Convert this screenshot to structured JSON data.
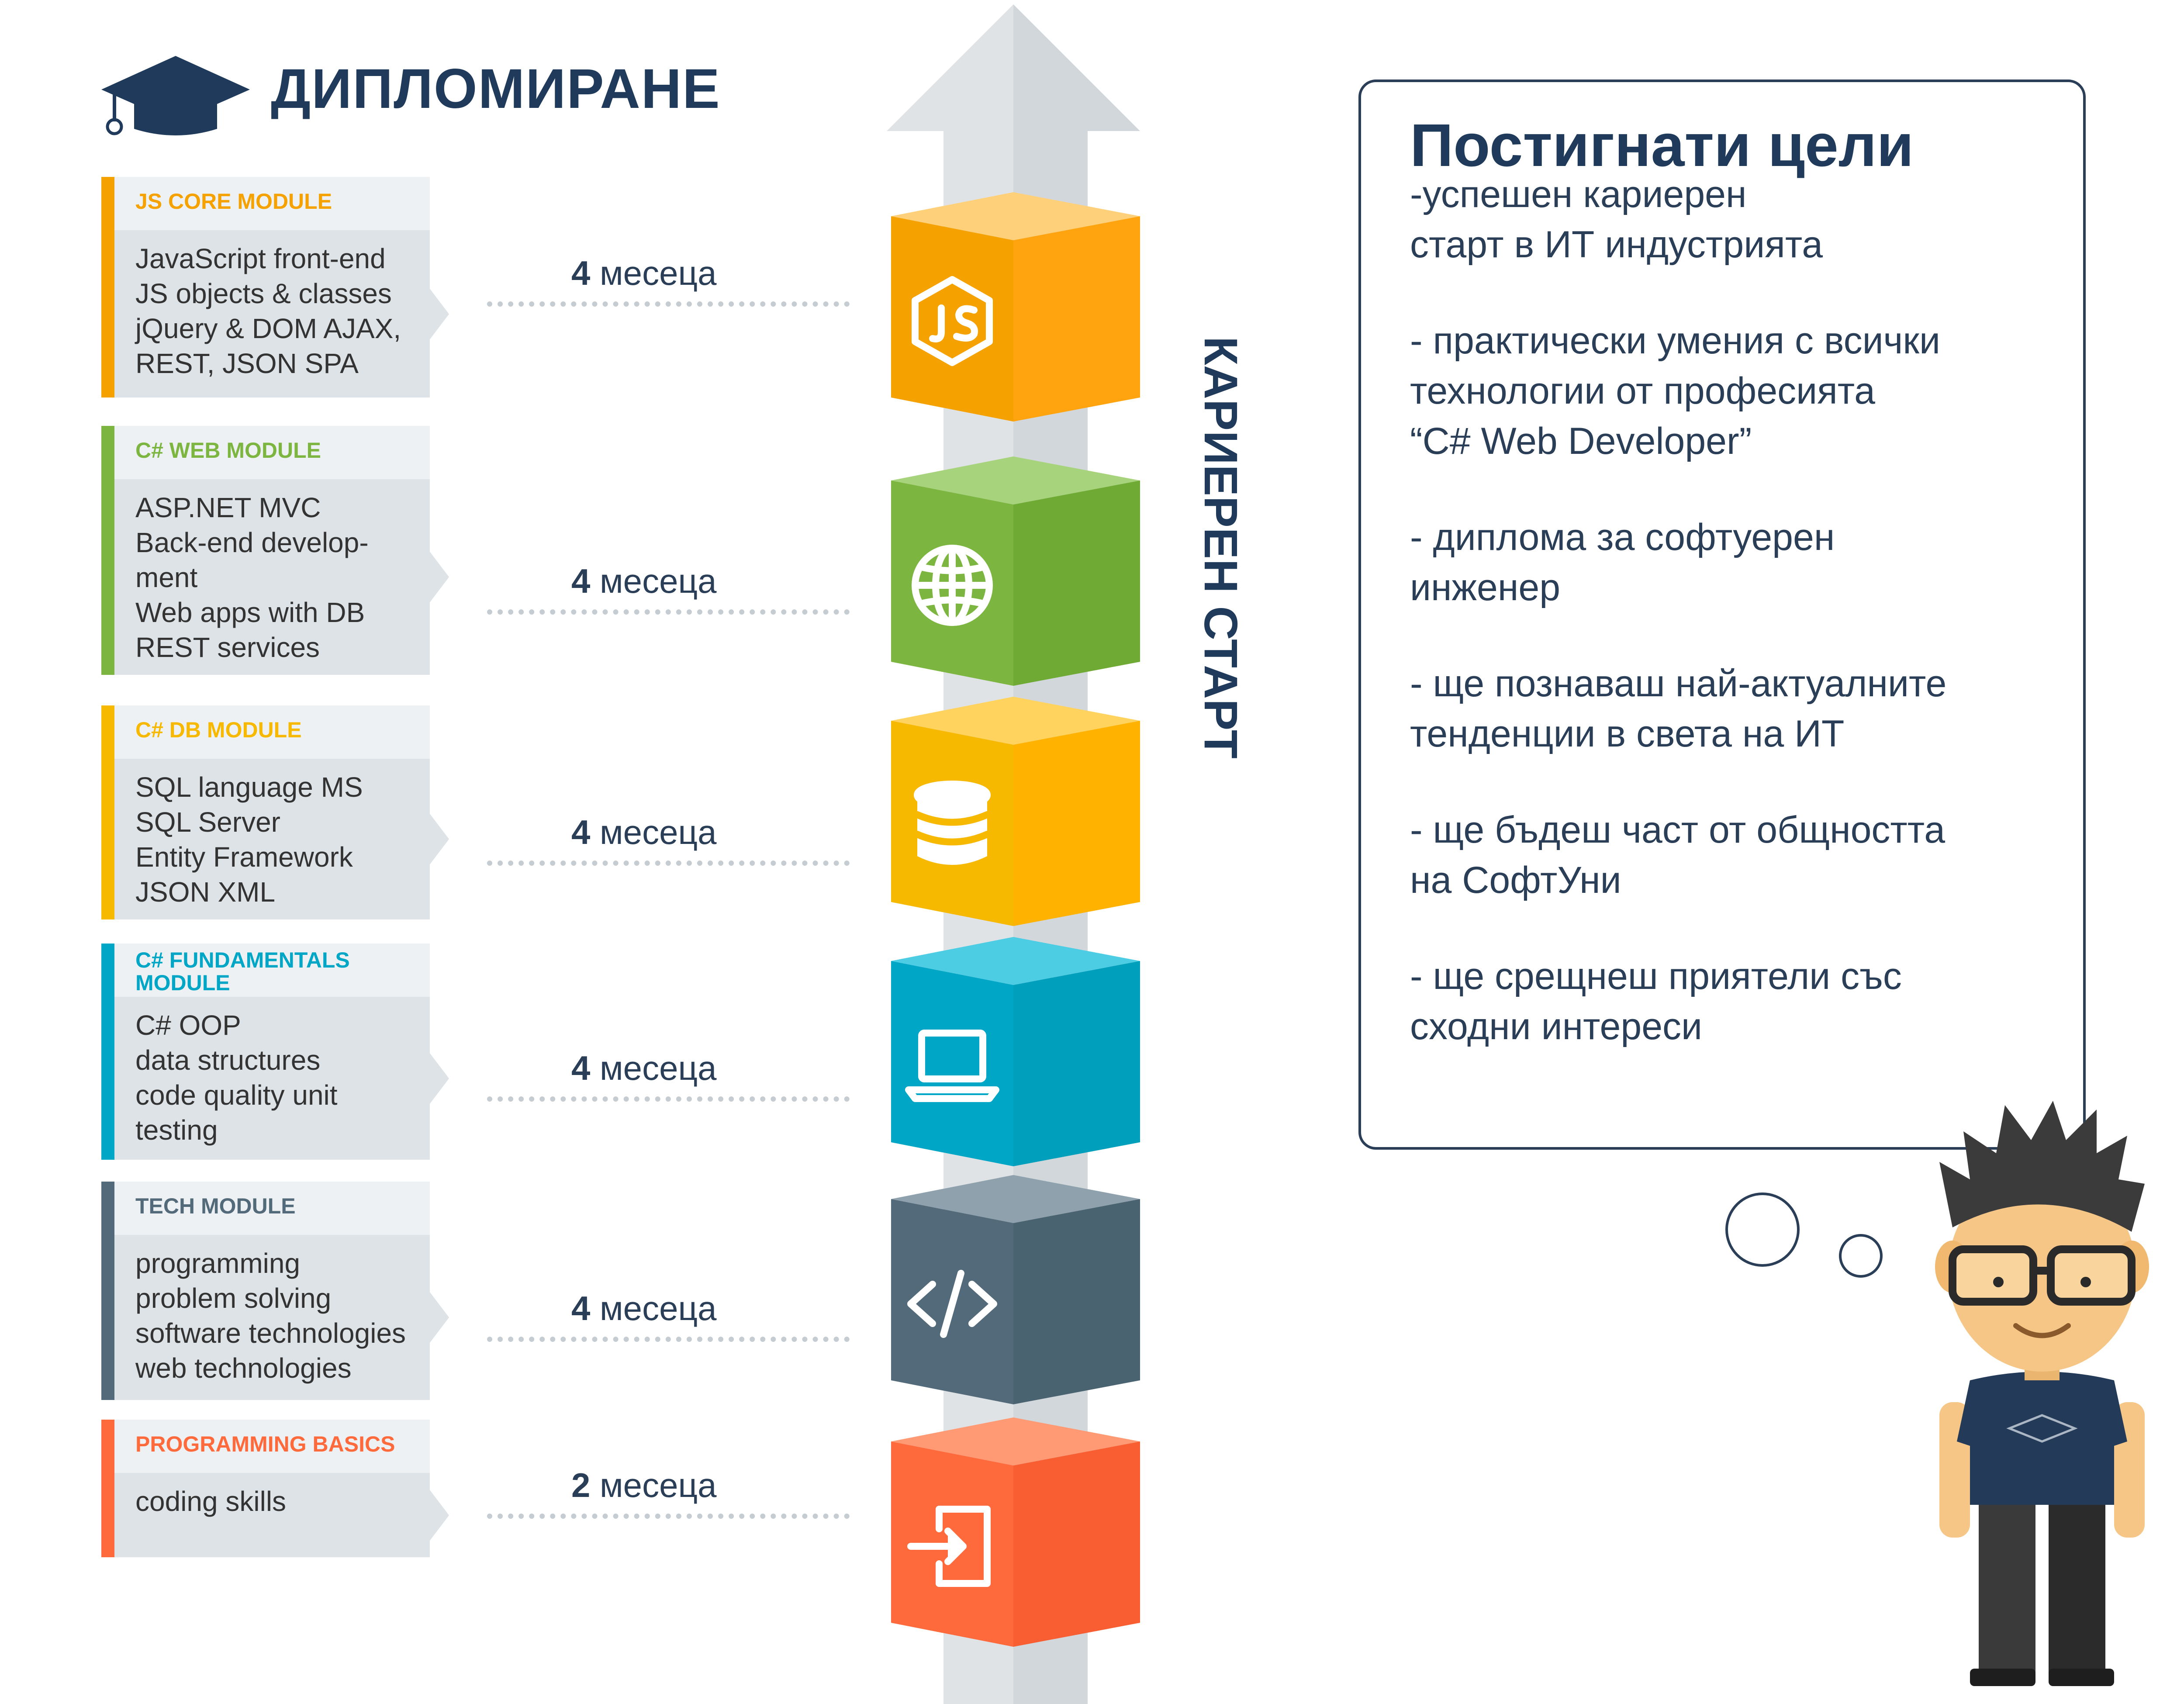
{
  "header": {
    "title": "ДИПЛОМИРАНЕ"
  },
  "career_label": "КАРИЕРЕН СТАРТ",
  "modules": [
    {
      "title": "JS CORE MODULE",
      "color": "#f5a200",
      "lines": [
        "JavaScript     front-end",
        "JS objects & classes",
        "jQuery & DOM AJAX,",
        "REST, JSON SPA"
      ],
      "duration_value": "4",
      "duration_unit": "месеца",
      "icon": "nodejs-icon"
    },
    {
      "title": "C# WEB MODULE",
      "color": "#7cb540",
      "lines": [
        "ASP.NET MVC",
        "Back-end develop-",
        "ment",
        "Web apps with DB",
        "REST services"
      ],
      "duration_value": "4",
      "duration_unit": "месеца",
      "icon": "globe-icon"
    },
    {
      "title": "C# DB MODULE",
      "color": "#f7b800",
      "lines": [
        "SQL language     MS",
        "SQL Server",
        "Entity Framework",
        "JSON   XML"
      ],
      "duration_value": "4",
      "duration_unit": "месеца",
      "icon": "database-icon"
    },
    {
      "title": "C# FUNDAMENTALS MODULE",
      "title_line1": "C# FUNDAMENTALS",
      "title_line2": "MODULE",
      "color": "#00a6c6",
      "lines": [
        "C#       OOP",
        "data structures",
        "code quality    unit",
        "testing"
      ],
      "duration_value": "4",
      "duration_unit": "месеца",
      "icon": "laptop-icon"
    },
    {
      "title": "TECH MODULE",
      "color": "#526a79",
      "lines": [
        "programming",
        "problem solving",
        "software technologies",
        "web technologies"
      ],
      "duration_value": "4",
      "duration_unit": "месеца",
      "icon": "code-icon"
    },
    {
      "title": "PROGRAMMING BASICS",
      "color": "#ff6a3c",
      "lines": [
        "coding skills"
      ],
      "duration_value": "2",
      "duration_unit": "месеца",
      "icon": "login-icon"
    }
  ],
  "goals": {
    "title": "Постигнати цели",
    "lines": [
      "-успешен кариерен",
      "старт в ИТ индустрията",
      "- практически умения с всички",
      "технологии от професията",
      "“C# Web Developer”",
      "- диплома за софтуерен",
      "инженер",
      "- ще познаваш най-актуалните",
      "тенденции в света на ИТ",
      "- ще бъдеш част от общността",
      "на СофтУни",
      "- ще срещнеш приятели със",
      "сходни интереси"
    ]
  },
  "colors": {
    "navy": "#1f3a5a",
    "arrow_light": "#dfe3e6",
    "arrow_dark": "#d2d7db"
  }
}
